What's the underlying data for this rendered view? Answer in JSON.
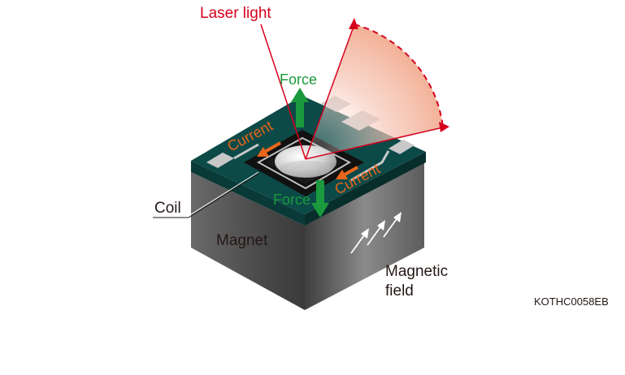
{
  "labels": {
    "laser": "Laser light",
    "force_top": "Force",
    "force_bottom": "Force",
    "current_left": "Current",
    "current_right": "Current",
    "coil": "Coil",
    "magnet": "Magnet",
    "field_line1": "Magnetic",
    "field_line2": "field",
    "code": "KOTHC0058EB"
  },
  "colors": {
    "laser": "#d6001c",
    "force": "#1a9a3c",
    "current": "#e8661c",
    "pcb_top": "#0c4a48",
    "pcb_side": "#0a3a38",
    "magnet_left": "#575757",
    "magnet_right": "#7a7a7a",
    "text": "#231815"
  }
}
